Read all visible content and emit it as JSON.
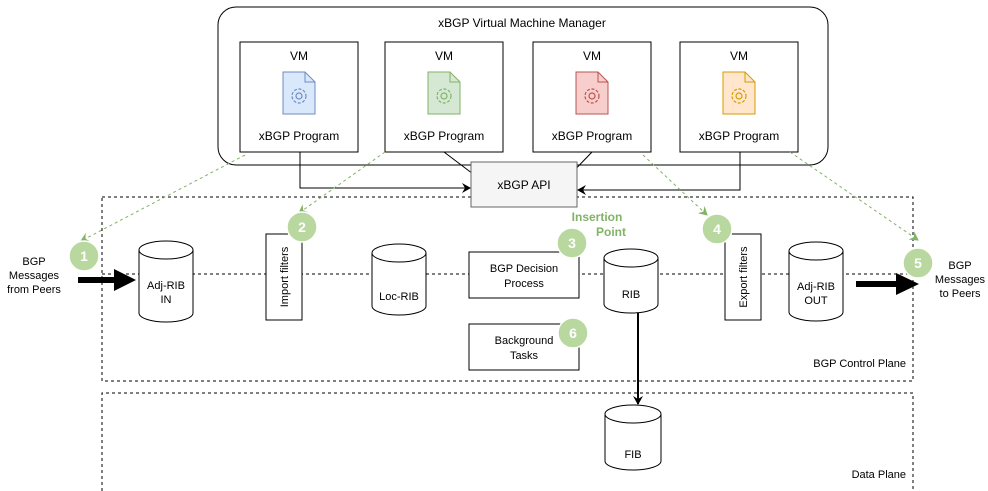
{
  "manager": {
    "title": "xBGP Virtual Machine Manager"
  },
  "vms": [
    {
      "header": "VM",
      "program": "xBGP Program",
      "color": "#dae8fc",
      "stroke": "#6c8ebf"
    },
    {
      "header": "VM",
      "program": "xBGP Program",
      "color": "#d5e8d4",
      "stroke": "#82b366"
    },
    {
      "header": "VM",
      "program": "xBGP Program",
      "color": "#f8cecc",
      "stroke": "#b85450"
    },
    {
      "header": "VM",
      "program": "xBGP Program",
      "color": "#ffe6cc",
      "stroke": "#d79b00"
    }
  ],
  "api": {
    "label": "xBGP API"
  },
  "control_plane": {
    "label": "BGP Control Plane"
  },
  "data_plane": {
    "label": "Data Plane"
  },
  "components": {
    "adj_rib_in": {
      "line1": "Adj-RIB",
      "line2": "IN"
    },
    "import_filters": "Import filters",
    "loc_rib": "Loc-RIB",
    "decision": {
      "line1": "BGP Decision",
      "line2": "Process"
    },
    "background": {
      "line1": "Background",
      "line2": "Tasks"
    },
    "rib": "RIB",
    "export_filters": "Export filters",
    "adj_rib_out": {
      "line1": "Adj-RIB",
      "line2": "OUT"
    },
    "fib": "FIB"
  },
  "insertion_point": {
    "line1": "Insertion",
    "line2": "Point"
  },
  "insertion_color": "#82b366",
  "step_fill": "#b9d89f",
  "steps": [
    "1",
    "2",
    "3",
    "4",
    "5",
    "6"
  ],
  "bgp_in": {
    "line1": "BGP",
    "line2": "Messages",
    "line3": "from Peers"
  },
  "bgp_out": {
    "line1": "BGP",
    "line2": "Messages",
    "line3": "to Peers"
  }
}
